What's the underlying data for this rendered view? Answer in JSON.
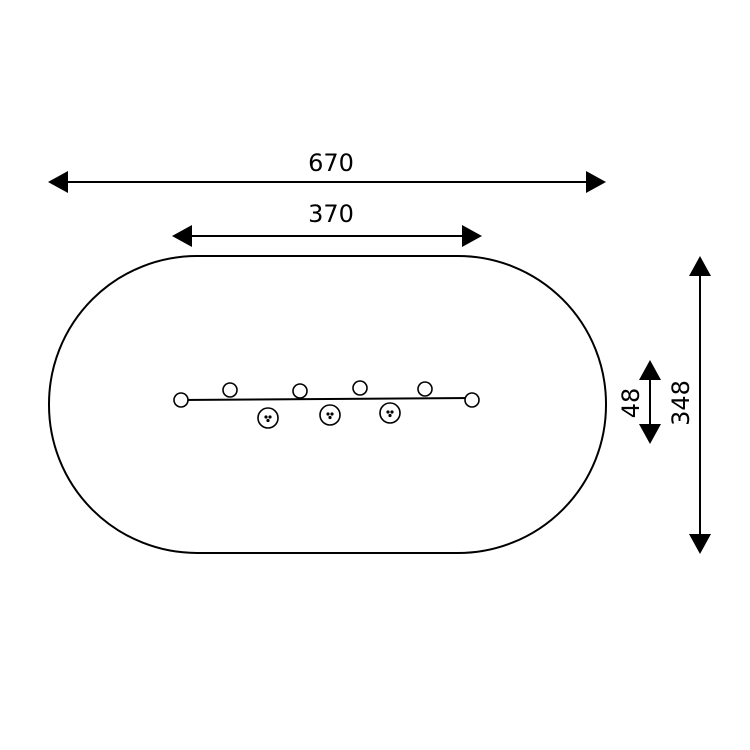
{
  "dimensions": {
    "overall_width": "670",
    "inner_width": "370",
    "overall_height": "348",
    "small_height": "48"
  },
  "colors": {
    "line": "#000000",
    "background": "#ffffff"
  }
}
